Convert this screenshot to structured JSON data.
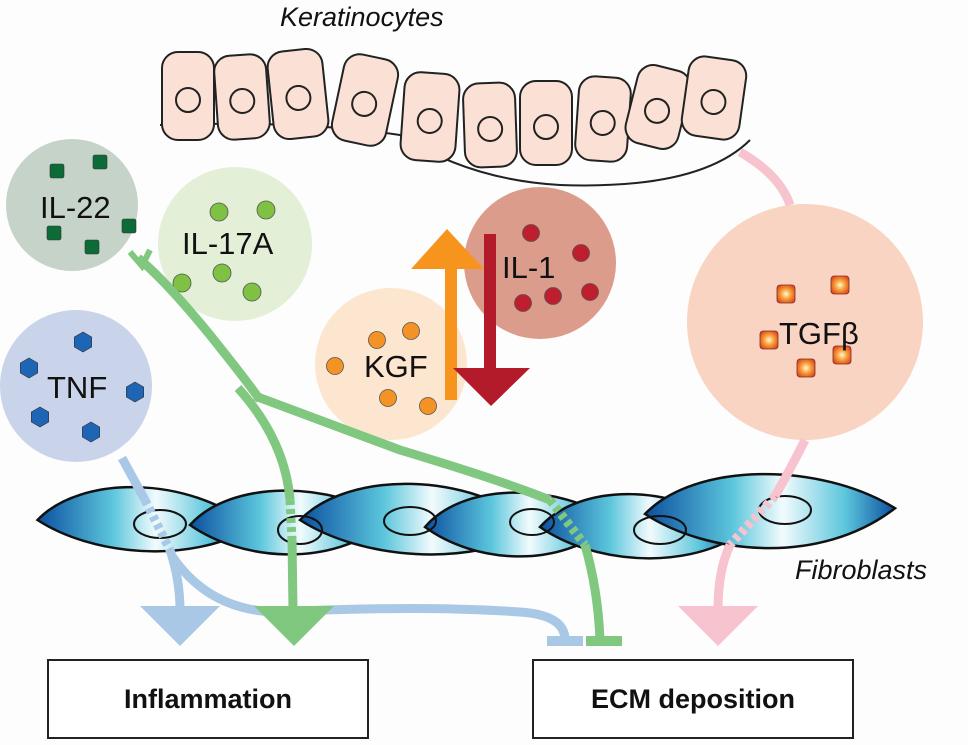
{
  "labels": {
    "keratinocytes": "Keratinocytes",
    "fibroblasts": "Fibroblasts"
  },
  "cytokines": {
    "il22": {
      "label": "IL-22",
      "fill": "#c6d3c9",
      "particle": "#0d6b37",
      "shape": "square"
    },
    "il17a": {
      "label": "IL-17A",
      "fill": "#e3efd6",
      "particle": "#7fc143",
      "shape": "circle"
    },
    "tnf": {
      "label": "TNF",
      "fill": "#c9d3ea",
      "particle": "#1f65b5",
      "shape": "hexagon"
    },
    "kgf": {
      "label": "KGF",
      "fill": "#fde6cf",
      "particle": "#f39325",
      "shape": "circle"
    },
    "il1": {
      "label": "IL-1",
      "fill": "#dc9c8c",
      "particle": "#be1e2d",
      "shape": "circle"
    },
    "tgfb": {
      "label": "TGFβ",
      "fill": "#f9d4c2",
      "particle": "#e8502a",
      "shape": "glow-square"
    }
  },
  "arrows": {
    "kgf_up": {
      "color": "#f7941d",
      "direction": "up"
    },
    "il1_down": {
      "color": "#b31b2b",
      "direction": "down"
    },
    "tnf": {
      "color": "#a9c8e6"
    },
    "il17_il22": {
      "color": "#80c77f"
    },
    "tgfb": {
      "color": "#f7c3cf"
    }
  },
  "outcomes": {
    "inflammation": "Inflammation",
    "ecm": "ECM deposition"
  }
}
